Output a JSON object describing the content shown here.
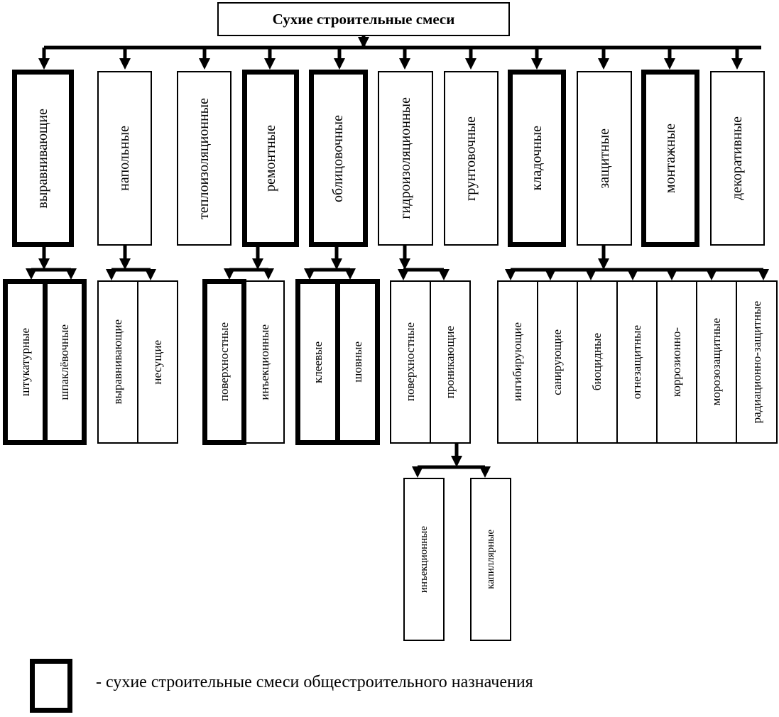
{
  "root": {
    "label": "Сухие строительные смеси"
  },
  "categories": [
    {
      "label": "выравнивающие",
      "general_purpose": true
    },
    {
      "label": "напольные",
      "general_purpose": false
    },
    {
      "label": "теплоизоляционные",
      "general_purpose": false
    },
    {
      "label": "ремонтные",
      "general_purpose": true
    },
    {
      "label": "облицовочные",
      "general_purpose": true
    },
    {
      "label": "гидроизоляционные",
      "general_purpose": false
    },
    {
      "label": "грунтовочные",
      "general_purpose": false
    },
    {
      "label": "кладочные",
      "general_purpose": true
    },
    {
      "label": "защитные",
      "general_purpose": false
    },
    {
      "label": "монтажные",
      "general_purpose": true
    },
    {
      "label": "декоративные",
      "general_purpose": false
    }
  ],
  "subgroups": {
    "vyravnivayushchie": [
      {
        "label": "штукатурные",
        "general_purpose": true
      },
      {
        "label": "шпаклёвочные",
        "general_purpose": true
      }
    ],
    "napolnye": [
      {
        "label": "выравнивающие",
        "general_purpose": false
      },
      {
        "label": "несущие",
        "general_purpose": false
      }
    ],
    "remontnye": [
      {
        "label": "поверхностные",
        "general_purpose": true
      },
      {
        "label": "инъекционные",
        "general_purpose": false
      }
    ],
    "oblitsovochnye": [
      {
        "label": "клеевые",
        "general_purpose": true
      },
      {
        "label": "шовные",
        "general_purpose": true
      }
    ],
    "gidroizolyatsionnye": [
      {
        "label": "поверхностные",
        "general_purpose": false
      },
      {
        "label": "проникающие",
        "general_purpose": false
      }
    ],
    "zashchitnye": [
      {
        "label": "ингибирующие"
      },
      {
        "label": "санирующие"
      },
      {
        "label": "биоцидные"
      },
      {
        "label": "огнезащитные"
      },
      {
        "label": "коррозионно-"
      },
      {
        "label": "морозозащитные"
      },
      {
        "label": "радиационно-защитные"
      }
    ],
    "pronikayushchie": [
      {
        "label": "инъекционные"
      },
      {
        "label": "капиллярные"
      }
    ]
  },
  "legend": {
    "text": "- сухие строительные смеси общестроительного назначения"
  }
}
